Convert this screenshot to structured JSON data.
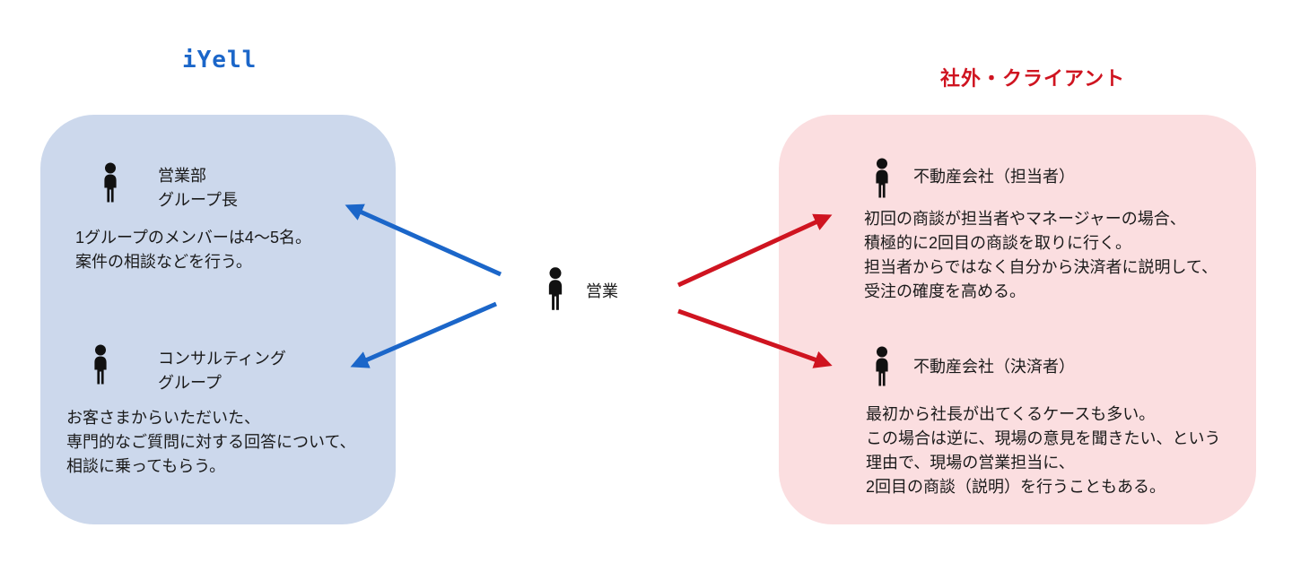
{
  "colors": {
    "left_accent": "#1b66c9",
    "right_accent": "#cf1420",
    "left_box_bg": "#ccd8ec",
    "right_box_bg": "#fbdee0",
    "text": "#1a1a1a",
    "icon": "#111111"
  },
  "left_group": {
    "title": "iYell",
    "nodes": [
      {
        "label": "営業部\nグループ長",
        "description": "1グループのメンバーは4〜5名。\n案件の相談などを行う。"
      },
      {
        "label": "コンサルティング\nグループ",
        "description": "お客さまからいただいた、\n専門的なご質問に対する回答について、\n相談に乗ってもらう。"
      }
    ]
  },
  "center": {
    "label": "営業"
  },
  "right_group": {
    "title": "社外・クライアント",
    "nodes": [
      {
        "label": "不動産会社（担当者）",
        "description": "初回の商談が担当者やマネージャーの場合、\n積極的に2回目の商談を取りに行く。\n担当者からではなく自分から決済者に説明して、\n受注の確度を高める。"
      },
      {
        "label": "不動産会社（決済者）",
        "description": "最初から社長が出てくるケースも多い。\nこの場合は逆に、現場の意見を聞きたい、という\n理由で、現場の営業担当に、\n2回目の商談（説明）を行うこともある。"
      }
    ]
  }
}
